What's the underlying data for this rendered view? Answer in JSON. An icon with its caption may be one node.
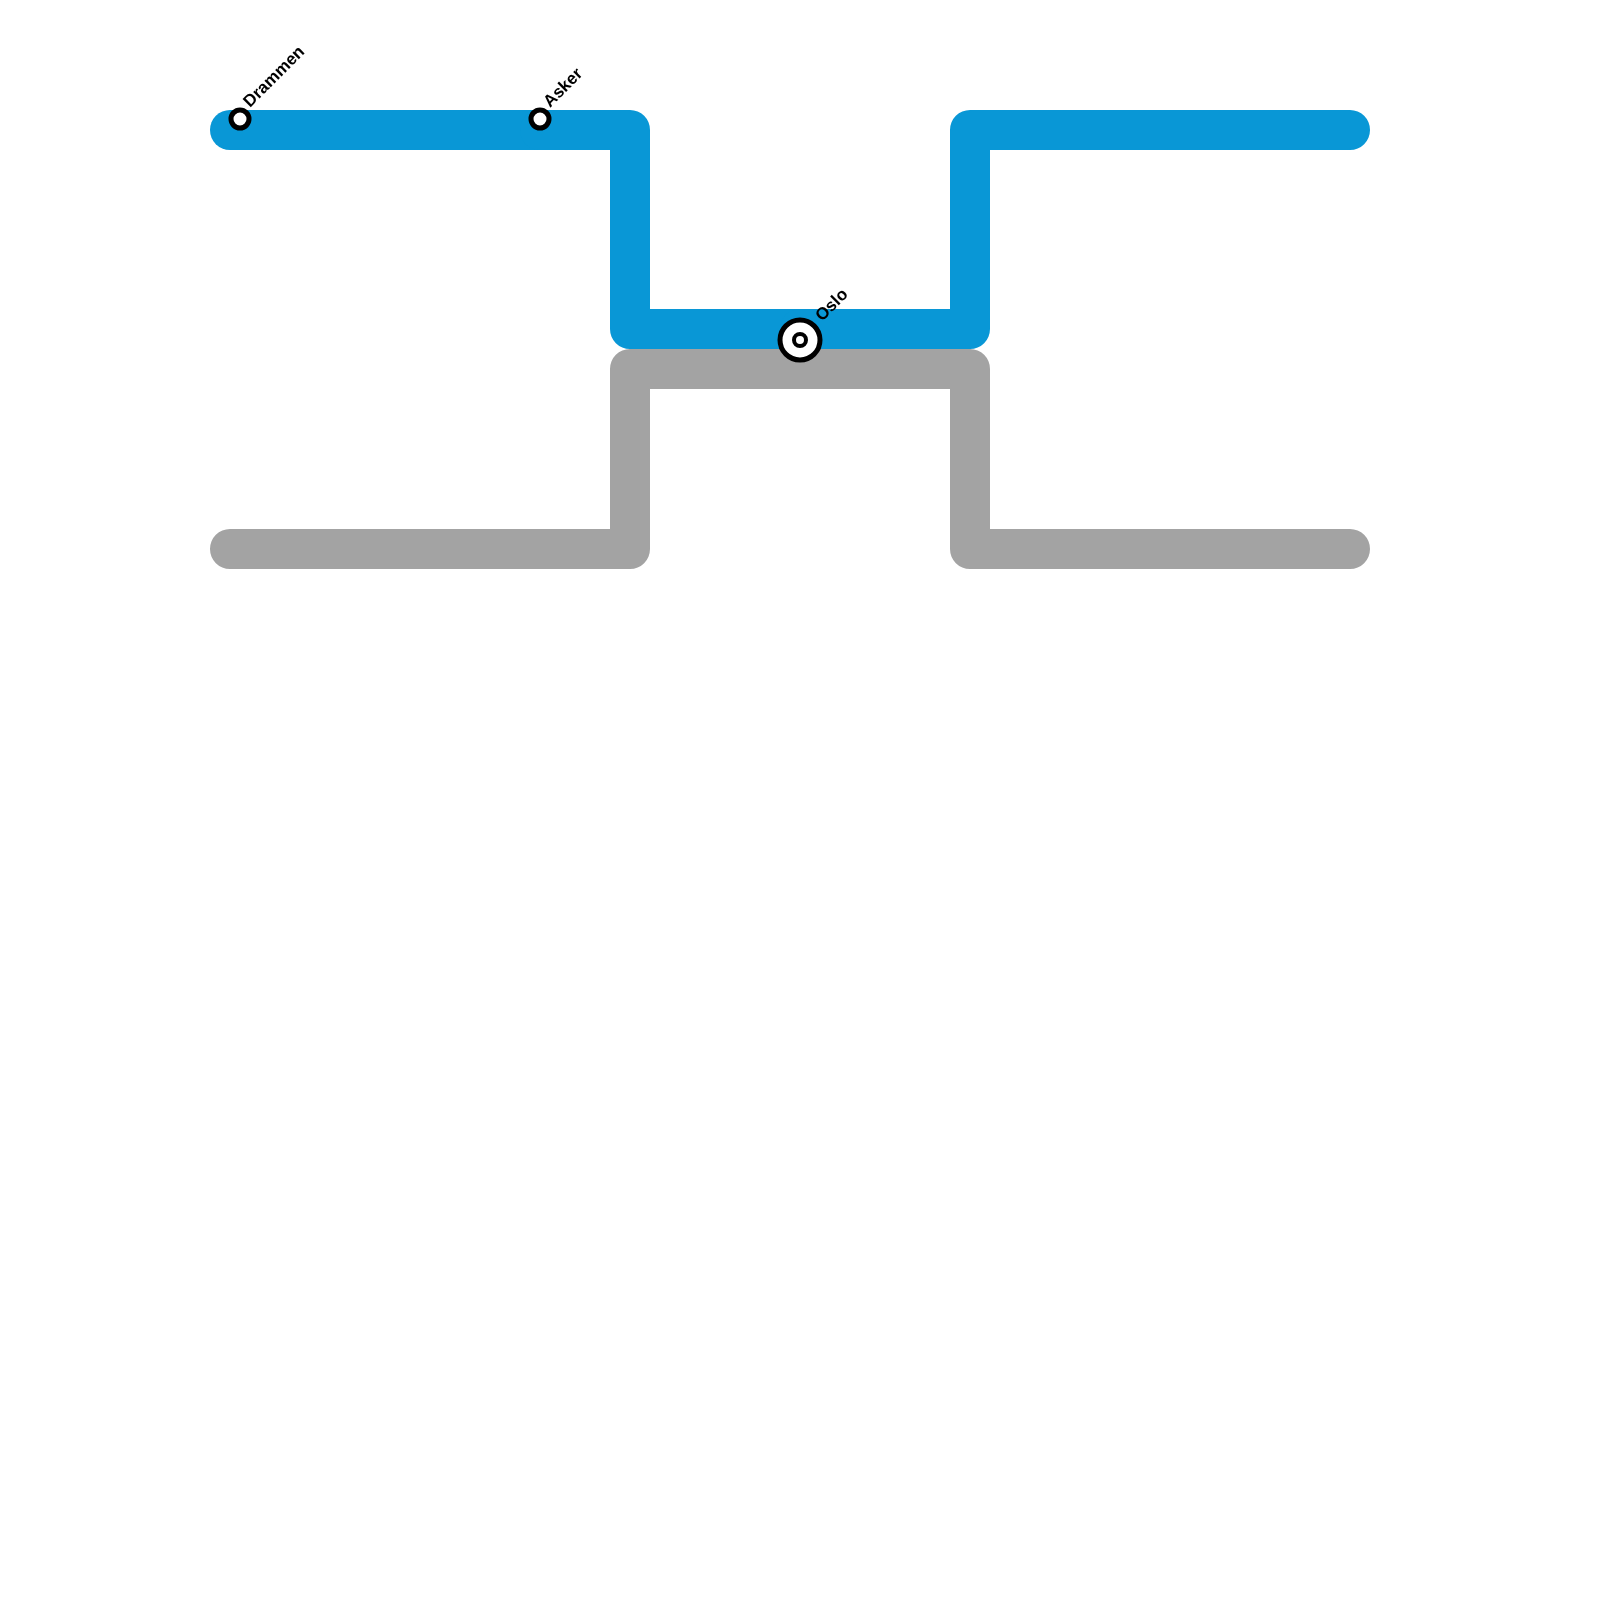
{
  "diagram": {
    "nodes": [
      {
        "text": [],
        "shape": "circle",
        "beside": [
          "Drammen"
        ]
      },
      {
        "text": [],
        "shape": "circle",
        "beside": [
          "Asker"
        ]
      },
      {
        "text": [],
        "shape": "circle",
        "beside": [
          "Oslo"
        ]
      }
    ],
    "edges": [
      {
        "from": 0,
        "to": 1,
        "arrow": "none"
      },
      {
        "from": 1,
        "to": 2,
        "arrow": "none"
      },
      {
        "from": 2,
        "to": null,
        "arrow": "none"
      }
    ]
  }
}
